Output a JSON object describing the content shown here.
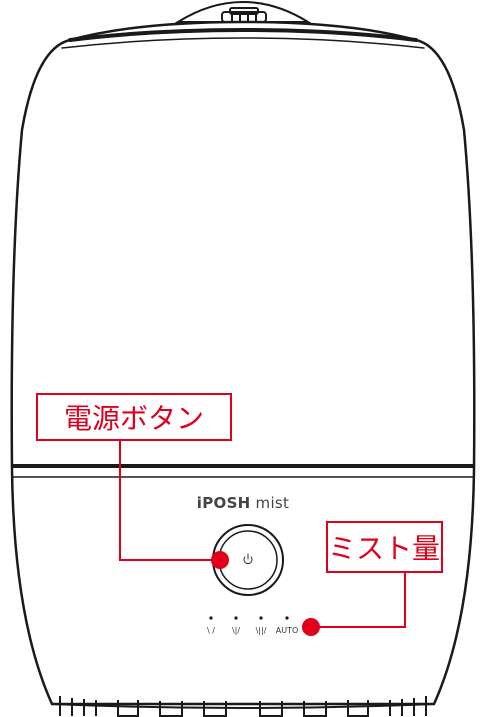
{
  "product": {
    "brand_bold": "iPOSH",
    "brand_light": "mist"
  },
  "power_button": {
    "icon": "power-icon"
  },
  "mist_modes": [
    {
      "label": "\\ /",
      "icon": "mist-low-icon"
    },
    {
      "label": "\\|/",
      "icon": "mist-medium-icon"
    },
    {
      "label": "\\||/",
      "icon": "mist-high-icon"
    },
    {
      "label": "AUTO",
      "icon": "auto-mode"
    }
  ],
  "callouts": {
    "power_label": "電源ボタン",
    "mist_label": "ミスト量"
  },
  "colors": {
    "callout": "#e0001b",
    "outline": "#1a1a1a"
  }
}
